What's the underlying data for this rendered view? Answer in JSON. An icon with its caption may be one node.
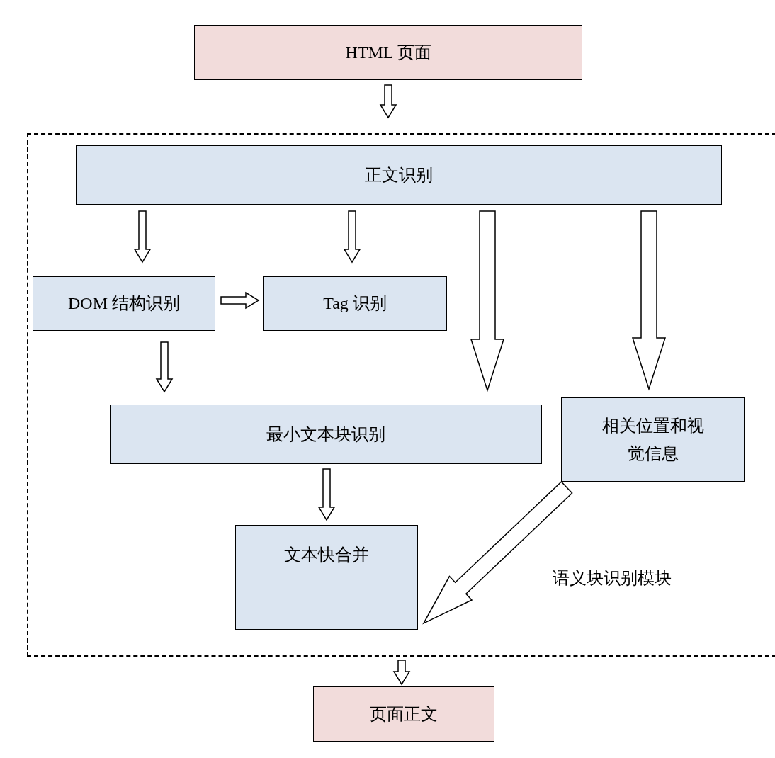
{
  "diagram": {
    "nodes": [
      {
        "text": [
          "HTML 页面"
        ]
      },
      {
        "text": [
          "语义块识别模块"
        ]
      },
      {
        "text": [
          "正文识别"
        ],
        "in": 1
      },
      {
        "text": [
          "DOM 结构识别"
        ],
        "in": 1
      },
      {
        "text": [
          "Tag 识别"
        ],
        "in": 1
      },
      {
        "text": [
          "最小文本块识别"
        ],
        "in": 1
      },
      {
        "text": [
          "相关位置和视觉信息"
        ],
        "in": 1
      },
      {
        "text": [
          "文本快合并"
        ],
        "in": 1
      },
      {
        "text": [
          "页面正文"
        ]
      }
    ],
    "edges": [
      {
        "from": 0,
        "to": 1,
        "arrow": "to"
      },
      {
        "from": 2,
        "to": 3,
        "arrow": "to"
      },
      {
        "from": 2,
        "to": 4,
        "arrow": "to"
      },
      {
        "from": 2,
        "to": 5,
        "arrow": "to"
      },
      {
        "from": 2,
        "to": 6,
        "arrow": "to"
      },
      {
        "from": 3,
        "to": 4,
        "arrow": "to"
      },
      {
        "from": 3,
        "to": 5,
        "arrow": "to"
      },
      {
        "from": 5,
        "to": 7,
        "arrow": "to"
      },
      {
        "from": 6,
        "to": 7,
        "arrow": "to"
      },
      {
        "from": 1,
        "to": 8,
        "arrow": "to"
      }
    ]
  }
}
